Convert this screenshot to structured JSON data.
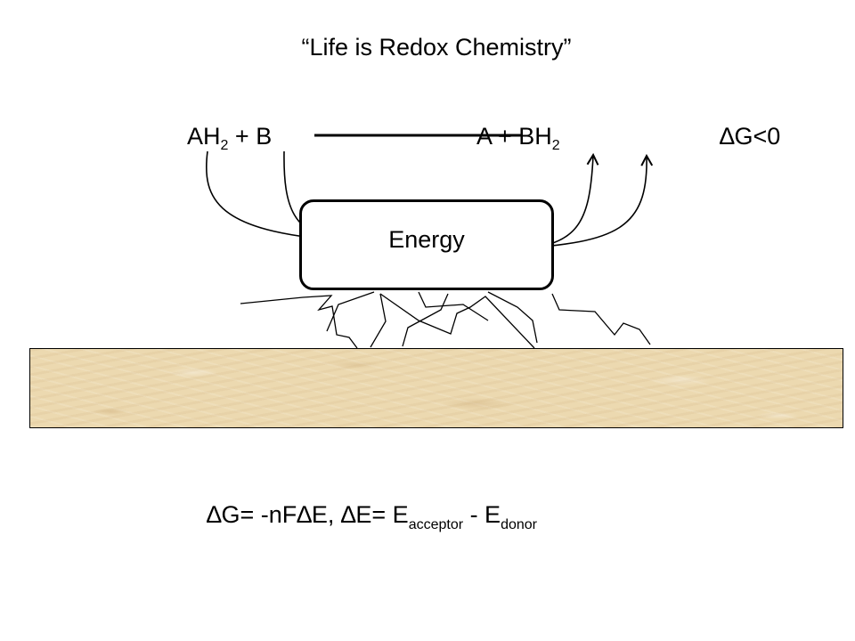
{
  "title": "“Life is Redox Chemistry”",
  "reaction": {
    "reactant_a": "AH",
    "reactant_a_sub": "2",
    "reactant_plus_b": " + B",
    "product_a_plus": "A + BH",
    "product_sub": "2",
    "delta_g_symbol": "∆",
    "delta_g_condition": "G<0"
  },
  "energy_box": {
    "label": "Energy"
  },
  "equation": {
    "delta_1": "∆",
    "part_1": "G= -nF",
    "delta_2": "∆",
    "part_2": "E,  ",
    "delta_3": "∆",
    "part_3": "E= E",
    "acceptor_sub": "acceptor",
    "part_4": " - E",
    "donor_sub": "donor"
  },
  "colors": {
    "soil": "#ecd9b0",
    "ink": "#000000"
  }
}
